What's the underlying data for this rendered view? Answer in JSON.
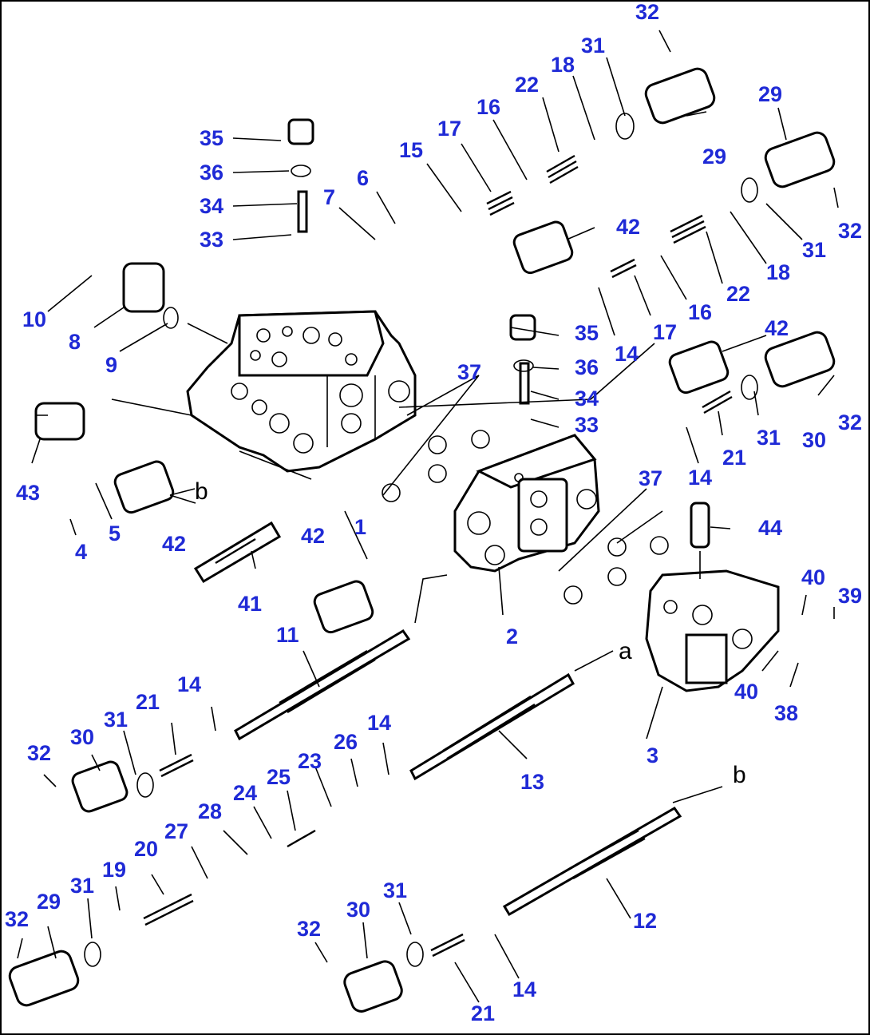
{
  "diagram": {
    "type": "exploded-parts-view",
    "label_color": "#1f2ad6",
    "labels": [
      {
        "id": "l32a",
        "text": "32"
      },
      {
        "id": "l31a",
        "text": "31"
      },
      {
        "id": "l18a",
        "text": "18"
      },
      {
        "id": "l22a",
        "text": "22"
      },
      {
        "id": "l16a",
        "text": "16"
      },
      {
        "id": "l17a",
        "text": "17"
      },
      {
        "id": "l15",
        "text": "15"
      },
      {
        "id": "l29a",
        "text": "29"
      },
      {
        "id": "l29b",
        "text": "29"
      },
      {
        "id": "l35a",
        "text": "35"
      },
      {
        "id": "l36a",
        "text": "36"
      },
      {
        "id": "l34a",
        "text": "34"
      },
      {
        "id": "l33a",
        "text": "33"
      },
      {
        "id": "l7",
        "text": "7"
      },
      {
        "id": "l6",
        "text": "6"
      },
      {
        "id": "l42a",
        "text": "42"
      },
      {
        "id": "l32b",
        "text": "32"
      },
      {
        "id": "l31b",
        "text": "31"
      },
      {
        "id": "l18b",
        "text": "18"
      },
      {
        "id": "l22b",
        "text": "22"
      },
      {
        "id": "l16b",
        "text": "16"
      },
      {
        "id": "l17b",
        "text": "17"
      },
      {
        "id": "l14a",
        "text": "14"
      },
      {
        "id": "l10",
        "text": "10"
      },
      {
        "id": "l8",
        "text": "8"
      },
      {
        "id": "l9",
        "text": "9"
      },
      {
        "id": "l35b",
        "text": "35"
      },
      {
        "id": "l36b",
        "text": "36"
      },
      {
        "id": "l34b",
        "text": "34"
      },
      {
        "id": "l33b",
        "text": "33"
      },
      {
        "id": "l42b",
        "text": "42"
      },
      {
        "id": "l37a",
        "text": "37"
      },
      {
        "id": "l21a",
        "text": "21"
      },
      {
        "id": "l31c",
        "text": "31"
      },
      {
        "id": "l30a",
        "text": "30"
      },
      {
        "id": "l32c",
        "text": "32"
      },
      {
        "id": "l14b",
        "text": "14"
      },
      {
        "id": "l43",
        "text": "43"
      },
      {
        "id": "l4",
        "text": "4"
      },
      {
        "id": "l5",
        "text": "5"
      },
      {
        "id": "l42c",
        "text": "42"
      },
      {
        "id": "l1",
        "text": "1"
      },
      {
        "id": "l37b",
        "text": "37"
      },
      {
        "id": "l44",
        "text": "44"
      },
      {
        "id": "l42d",
        "text": "42"
      },
      {
        "id": "l41",
        "text": "41"
      },
      {
        "id": "l2",
        "text": "2"
      },
      {
        "id": "l40a",
        "text": "40"
      },
      {
        "id": "l39",
        "text": "39"
      },
      {
        "id": "l11",
        "text": "11"
      },
      {
        "id": "l40b",
        "text": "40"
      },
      {
        "id": "l38",
        "text": "38"
      },
      {
        "id": "l14c",
        "text": "14"
      },
      {
        "id": "l21b",
        "text": "21"
      },
      {
        "id": "l31d",
        "text": "31"
      },
      {
        "id": "l30b",
        "text": "30"
      },
      {
        "id": "l32d",
        "text": "32"
      },
      {
        "id": "l14d",
        "text": "14"
      },
      {
        "id": "l26",
        "text": "26"
      },
      {
        "id": "l23",
        "text": "23"
      },
      {
        "id": "l25",
        "text": "25"
      },
      {
        "id": "l24",
        "text": "24"
      },
      {
        "id": "l28",
        "text": "28"
      },
      {
        "id": "l27",
        "text": "27"
      },
      {
        "id": "l20",
        "text": "20"
      },
      {
        "id": "l19",
        "text": "19"
      },
      {
        "id": "l31e",
        "text": "31"
      },
      {
        "id": "l29c",
        "text": "29"
      },
      {
        "id": "l32e",
        "text": "32"
      },
      {
        "id": "l13",
        "text": "13"
      },
      {
        "id": "l3",
        "text": "3"
      },
      {
        "id": "l12",
        "text": "12"
      },
      {
        "id": "l31f",
        "text": "31"
      },
      {
        "id": "l30c",
        "text": "30"
      },
      {
        "id": "l32f",
        "text": "32"
      },
      {
        "id": "l21c",
        "text": "21"
      },
      {
        "id": "l14e",
        "text": "14"
      }
    ],
    "refs": [
      {
        "id": "ra1",
        "text": "a"
      },
      {
        "id": "rb1",
        "text": "b"
      },
      {
        "id": "rb2",
        "text": "b"
      }
    ]
  }
}
